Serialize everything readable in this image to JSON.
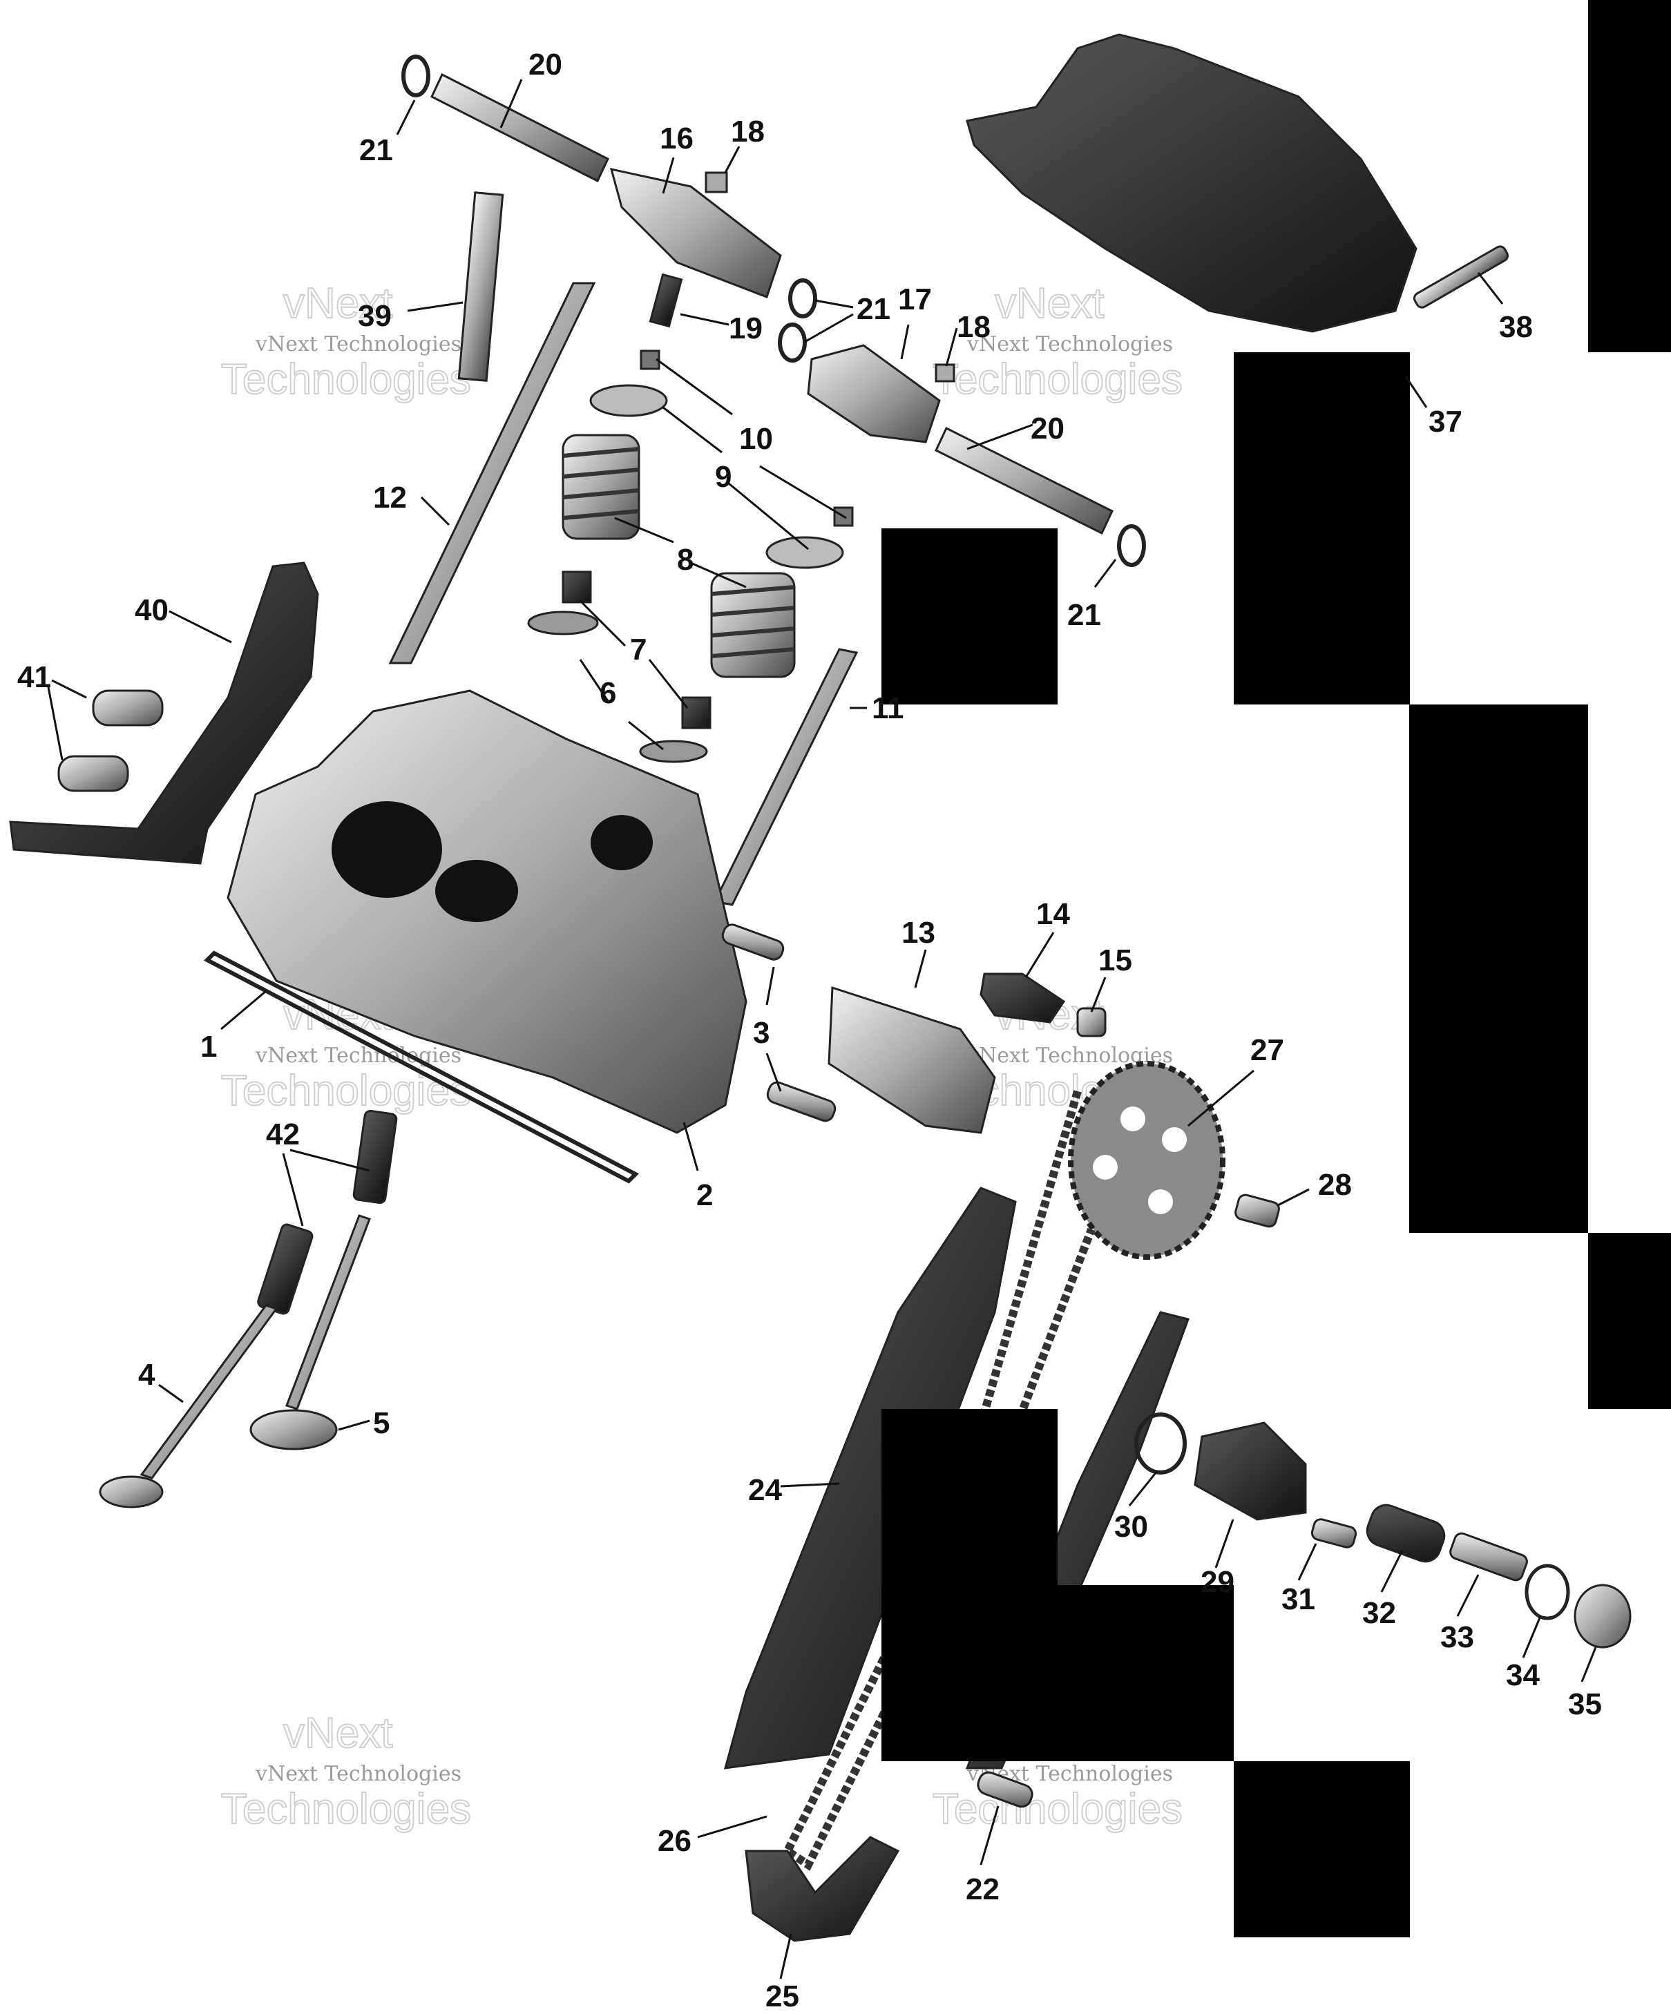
{
  "diagram": {
    "callouts": [
      "20",
      "21",
      "16",
      "18",
      "39",
      "19",
      "21",
      "17",
      "18",
      "38",
      "10",
      "9",
      "12",
      "20",
      "37",
      "8",
      "40",
      "21",
      "7",
      "6",
      "41",
      "11",
      "13",
      "14",
      "15",
      "3",
      "1",
      "27",
      "2",
      "42",
      "28",
      "4",
      "5",
      "24",
      "30",
      "29",
      "31",
      "32",
      "33",
      "34",
      "35",
      "26",
      "22",
      "25"
    ],
    "watermarks": [
      {
        "line1": "vNext",
        "line2": "vNext Technologies",
        "line3": "Technologies"
      },
      {
        "line1": "vNext",
        "line2": "vNext Technologies",
        "line3": "Technologies"
      },
      {
        "line1": "vNext",
        "line2": "vNext Technologies",
        "line3": "Technologies"
      },
      {
        "line1": "vNext",
        "line2": "vNext Technologies",
        "line3": "Technologies"
      },
      {
        "line1": "vNext",
        "line2": "vNext Technologies",
        "line3": "Technologies"
      },
      {
        "line1": "vNext",
        "line2": "vNext Technologies",
        "line3": "Technologies"
      }
    ],
    "colors": {
      "ink": "#111111",
      "part_light": "#d9d9d9",
      "part_mid": "#8a8a8a",
      "part_dark": "#2a2a2a",
      "redaction": "#000000"
    }
  }
}
